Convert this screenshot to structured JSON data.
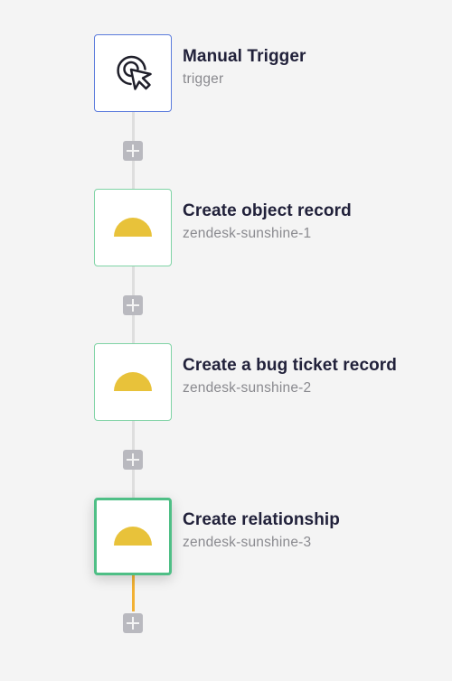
{
  "colors": {
    "background": "#f4f4f4",
    "trigger_border": "#5b7bdc",
    "action_border": "#7fd3a5",
    "selected_border": "#4fbf86",
    "connector": "#dedede",
    "active_connector": "#f2b134",
    "sunshine_icon": "#e8c23a"
  },
  "workflow": {
    "steps": [
      {
        "title": "Manual Trigger",
        "subtitle": "trigger",
        "icon": "cursor-click-icon"
      },
      {
        "title": "Create object record",
        "subtitle": "zendesk-sunshine-1",
        "icon": "zendesk-sunshine-icon"
      },
      {
        "title": "Create a bug ticket record",
        "subtitle": "zendesk-sunshine-2",
        "icon": "zendesk-sunshine-icon"
      },
      {
        "title": "Create relationship",
        "subtitle": "zendesk-sunshine-3",
        "icon": "zendesk-sunshine-icon"
      }
    ],
    "add_step_icon": "plus-icon"
  }
}
